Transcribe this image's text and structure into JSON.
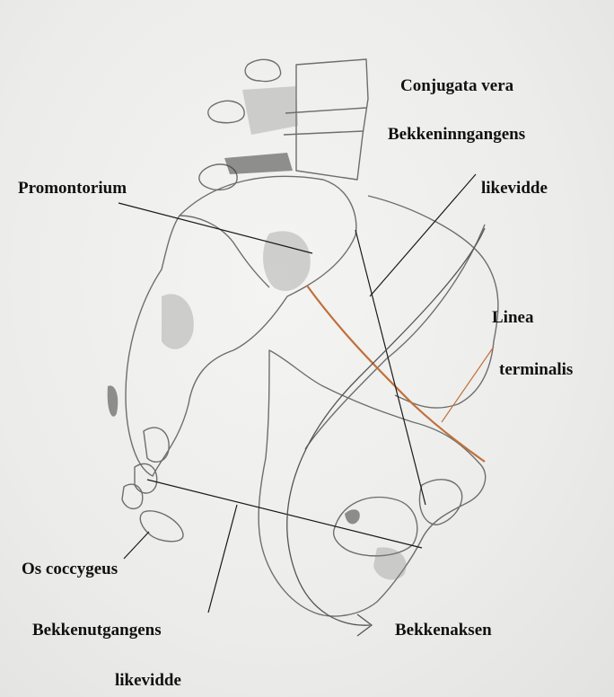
{
  "labels": {
    "conjugata_vera": "Conjugata vera",
    "bekkeninngangens": "Bekkeninngangens",
    "likevidde_inlet": "likevidde",
    "promontorium": "Promontorium",
    "linea": "Linea",
    "terminalis": "terminalis",
    "os_coccygeus": "Os coccygeus",
    "bekkenutgangens": "Bekkenutgangens",
    "likevidde_outlet": "likevidde",
    "bekkenaksen": "Bekkenaksen"
  },
  "colors": {
    "linea_terminalis": "#c0703c",
    "leader_line": "#1a1a1a",
    "pencil": "#6e6e6e"
  }
}
